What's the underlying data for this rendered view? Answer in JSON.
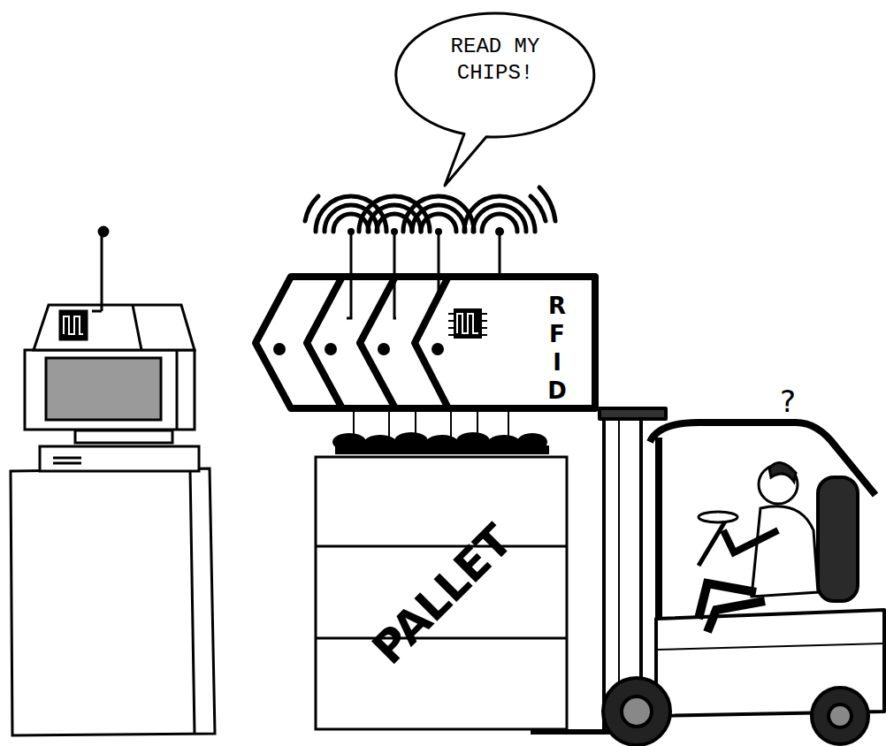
{
  "diagram": {
    "nodes": [
      {
        "text": [
          "READ MY CHIPS!"
        ]
      },
      {
        "text": [
          "RFID"
        ]
      },
      {
        "text": [
          "PALLET"
        ]
      }
    ],
    "labels": [
      "?"
    ]
  }
}
